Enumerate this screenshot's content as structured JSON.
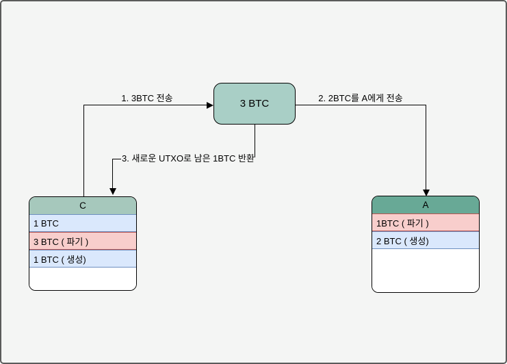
{
  "colors": {
    "canvas_bg": "#f4f5f4",
    "frame_border": "#5b5b5b",
    "line_color": "#000000",
    "node_fill": "#a9cfc6",
    "c_header_fill": "#a6c8bc",
    "a_header_fill": "#68a996",
    "row_blue_fill": "#dae8fc",
    "row_blue_border": "#6c8ebf",
    "row_pink_fill": "#f8cecc",
    "row_pink_border": "#b85450"
  },
  "node": {
    "label": "3 BTC"
  },
  "edges": [
    {
      "label": "1. 3BTC 전송"
    },
    {
      "label": "2. 2BTC를 A에게 전송"
    },
    {
      "label": "3. 새로운 UTXO로 남은 1BTC 반환"
    }
  ],
  "tables": {
    "c": {
      "header": "C",
      "rows": [
        {
          "text": "1 BTC",
          "type": "blue"
        },
        {
          "text": "3 BTC  ( 파기 )",
          "type": "pink"
        },
        {
          "text": "1 BTC ( 생성)",
          "type": "blue"
        },
        {
          "text": "",
          "type": "empty"
        }
      ]
    },
    "a": {
      "header": "A",
      "rows": [
        {
          "text": "1BTC  ( 파기 )",
          "type": "pink"
        },
        {
          "text": "2 BTC ( 생성)",
          "type": "blue"
        },
        {
          "text": "",
          "type": "empty"
        }
      ]
    }
  }
}
